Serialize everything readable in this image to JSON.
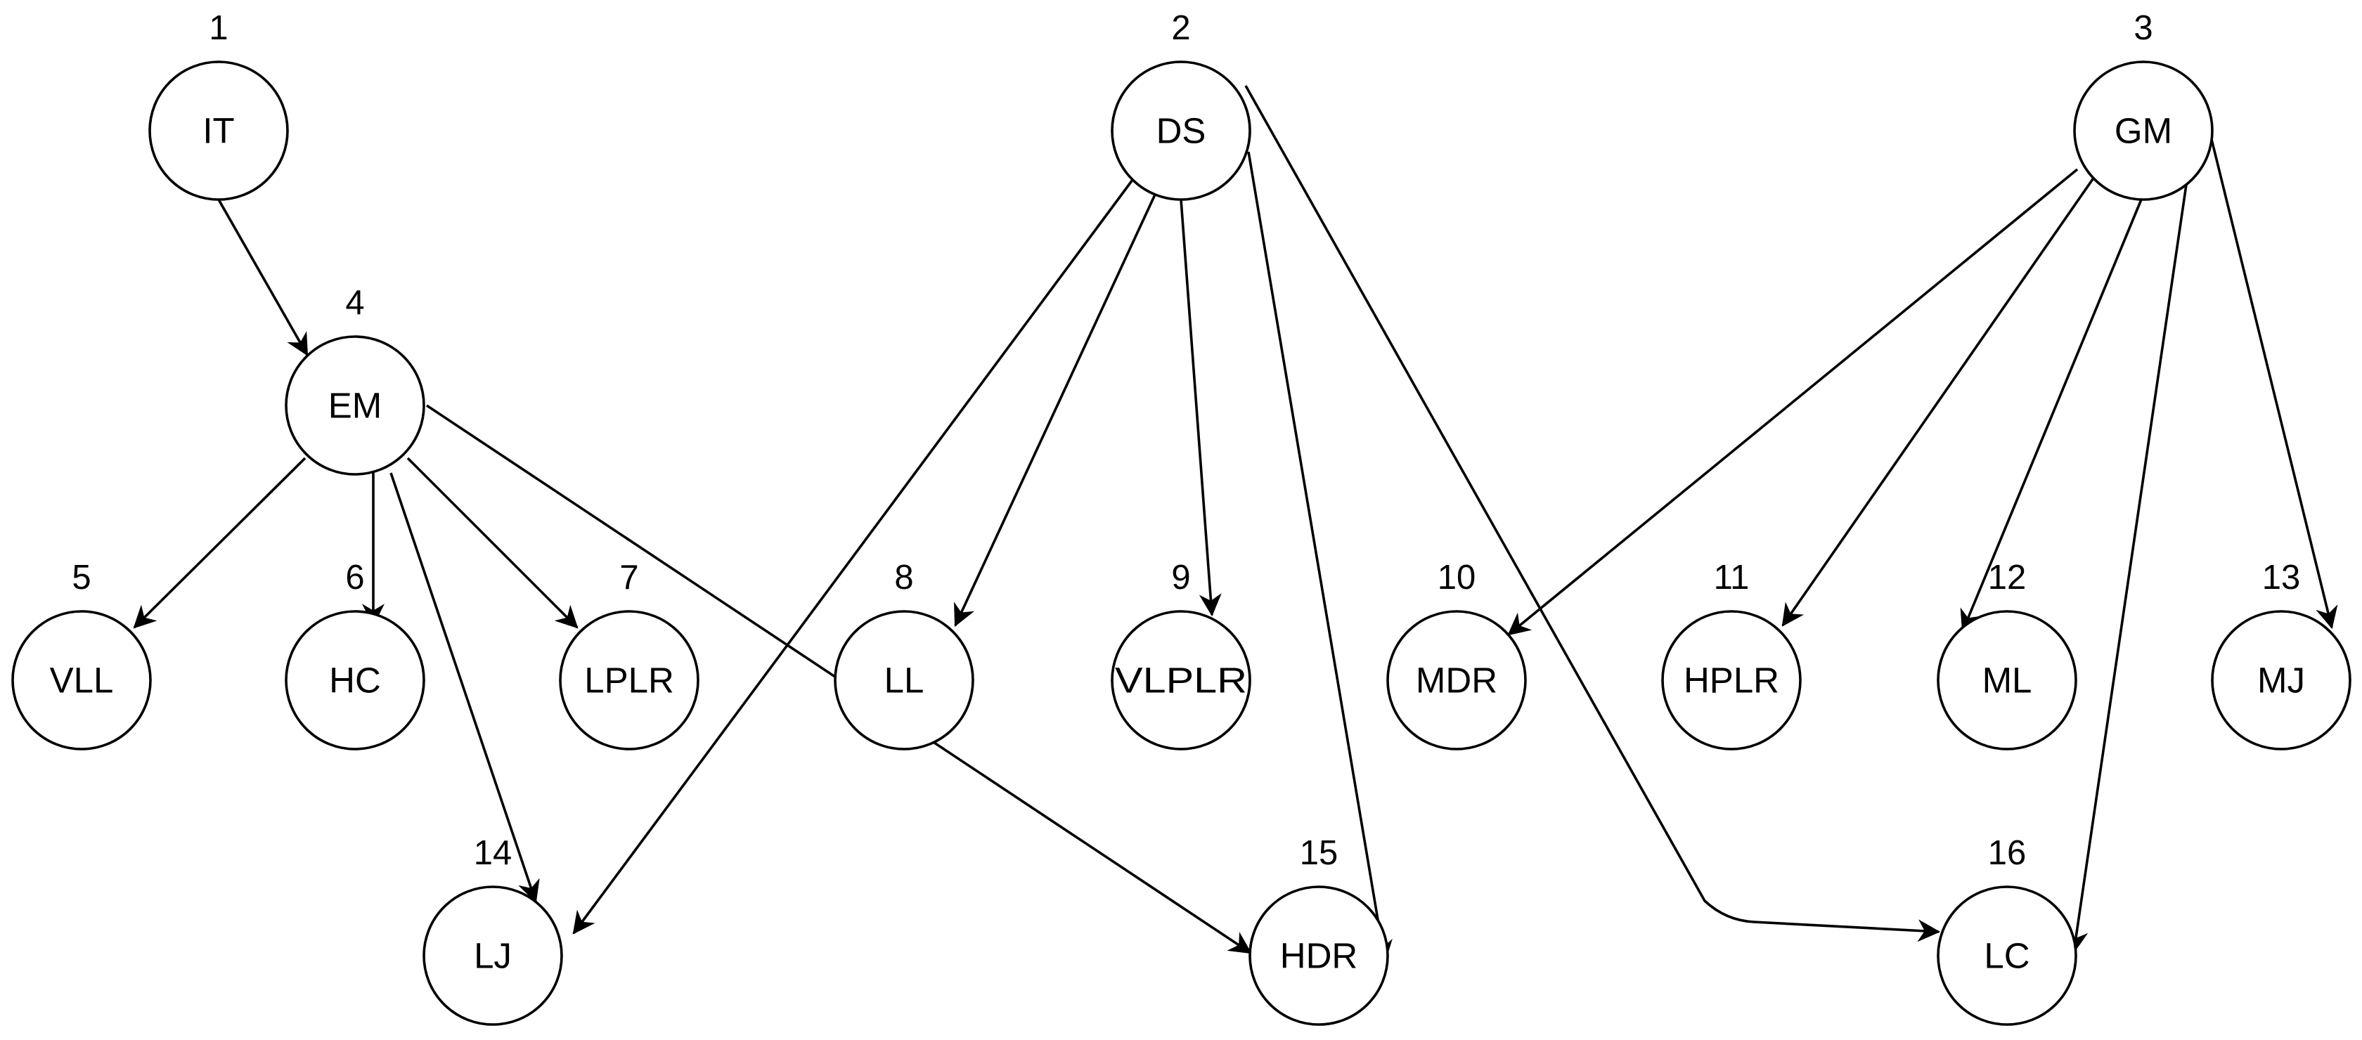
{
  "graph": {
    "nodes": [
      {
        "id": 1,
        "number": "1",
        "label": "IT"
      },
      {
        "id": 2,
        "number": "2",
        "label": "DS"
      },
      {
        "id": 3,
        "number": "3",
        "label": "GM"
      },
      {
        "id": 4,
        "number": "4",
        "label": "EM"
      },
      {
        "id": 5,
        "number": "5",
        "label": "VLL"
      },
      {
        "id": 6,
        "number": "6",
        "label": "HC"
      },
      {
        "id": 7,
        "number": "7",
        "label": "LPLR"
      },
      {
        "id": 8,
        "number": "8",
        "label": "LL"
      },
      {
        "id": 9,
        "number": "9",
        "label": "VLPLR"
      },
      {
        "id": 10,
        "number": "10",
        "label": "MDR"
      },
      {
        "id": 11,
        "number": "11",
        "label": "HPLR"
      },
      {
        "id": 12,
        "number": "12",
        "label": "ML"
      },
      {
        "id": 13,
        "number": "13",
        "label": "MJ"
      },
      {
        "id": 14,
        "number": "14",
        "label": "LJ"
      },
      {
        "id": 15,
        "number": "15",
        "label": "HDR"
      },
      {
        "id": 16,
        "number": "16",
        "label": "LC"
      }
    ],
    "edges": [
      {
        "from": 1,
        "to": 4
      },
      {
        "from": 4,
        "to": 5
      },
      {
        "from": 4,
        "to": 6
      },
      {
        "from": 4,
        "to": 7
      },
      {
        "from": 4,
        "to": 14
      },
      {
        "from": 4,
        "to": 15
      },
      {
        "from": 2,
        "to": 14
      },
      {
        "from": 2,
        "to": 8
      },
      {
        "from": 2,
        "to": 9
      },
      {
        "from": 2,
        "to": 15
      },
      {
        "from": 2,
        "to": 16
      },
      {
        "from": 3,
        "to": 10
      },
      {
        "from": 3,
        "to": 11
      },
      {
        "from": 3,
        "to": 12
      },
      {
        "from": 3,
        "to": 16
      },
      {
        "from": 3,
        "to": 13
      }
    ]
  }
}
